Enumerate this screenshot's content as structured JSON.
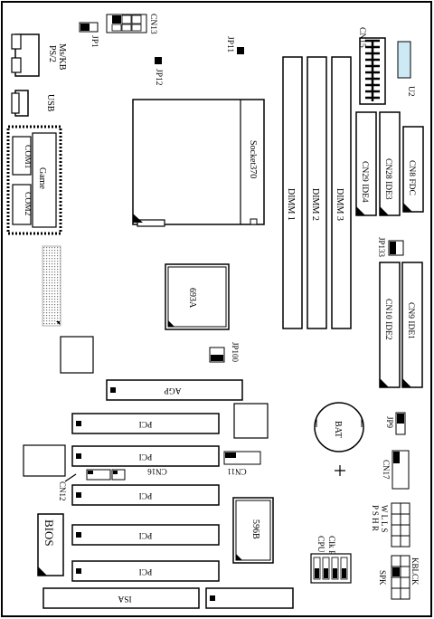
{
  "labels": {
    "ps2": "PS/2",
    "ms_kb": "Ms/KB",
    "usb": "USB",
    "com1": "COM1",
    "com2": "COM2",
    "game": "Game",
    "jp1": "JP1",
    "cn13": "CN13",
    "jp12": "JP12",
    "jp11": "JP11",
    "cn15": "CN15",
    "u2": "U2",
    "socket370": "Socket370",
    "dimm1": "DIMM 1",
    "dimm2": "DIMM 2",
    "dimm3": "DIMM 3",
    "cn29_ide4": "CN29 IDE4",
    "cn28_ide3": "CN28 IDE3",
    "cn8_fdc": "CN8 FDC",
    "jp133": "JP133",
    "chip_693a": "693A",
    "cn10_ide2": "CN10 IDE2",
    "cn9_ide1": "CN9 IDE1",
    "jp100": "JP100",
    "agp": "AGP",
    "pci1": "PCI",
    "pci2": "PCI",
    "pci3": "PCI",
    "pci4": "PCI",
    "pci5": "PCI",
    "bat": "BAT",
    "jp9": "JP9",
    "cn17": "CN17",
    "cn16": "CN16",
    "cn11": "CN11",
    "cn12": "CN12",
    "bios": "BIOS",
    "chip_596b": "596B",
    "cpu": "CPU",
    "clk_ratio": "Clk Ratio",
    "pshr": "P S H R",
    "wlls": "W L L S",
    "spk": "SPK",
    "kblck": "KBLCK",
    "isa": "ISA"
  },
  "colors": {
    "u2_fill": "#cde9f5",
    "line": "#000000",
    "background": "#ffffff"
  }
}
